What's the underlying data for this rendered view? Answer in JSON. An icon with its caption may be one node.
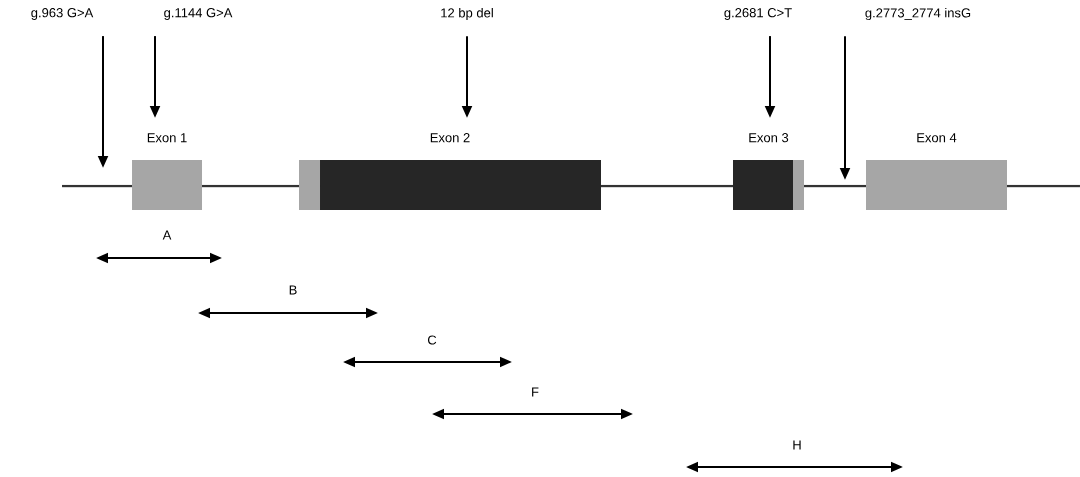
{
  "diagram": {
    "nodes": [
      {
        "text": [
          "Exon 1"
        ]
      },
      {
        "text": [
          "Exon 2"
        ]
      },
      {
        "text": [
          "Exon 3"
        ]
      },
      {
        "text": [
          "Exon 4"
        ]
      },
      {
        "text": [
          "g.963 G>A"
        ]
      },
      {
        "text": [
          "g.1144 G>A"
        ]
      },
      {
        "text": [
          "12 bp del"
        ]
      },
      {
        "text": [
          "g.2681 C>T"
        ]
      },
      {
        "text": [
          "g.2773_2774 insG"
        ]
      }
    ],
    "edges": [
      {
        "from": 4,
        "to": null,
        "arrow": "to"
      },
      {
        "from": 5,
        "to": null,
        "arrow": "to"
      },
      {
        "from": 6,
        "to": null,
        "arrow": "to"
      },
      {
        "from": 7,
        "to": null,
        "arrow": "to"
      },
      {
        "from": 8,
        "to": null,
        "arrow": "to"
      }
    ],
    "labels": [
      "A",
      "B",
      "C",
      "F",
      "H"
    ]
  }
}
